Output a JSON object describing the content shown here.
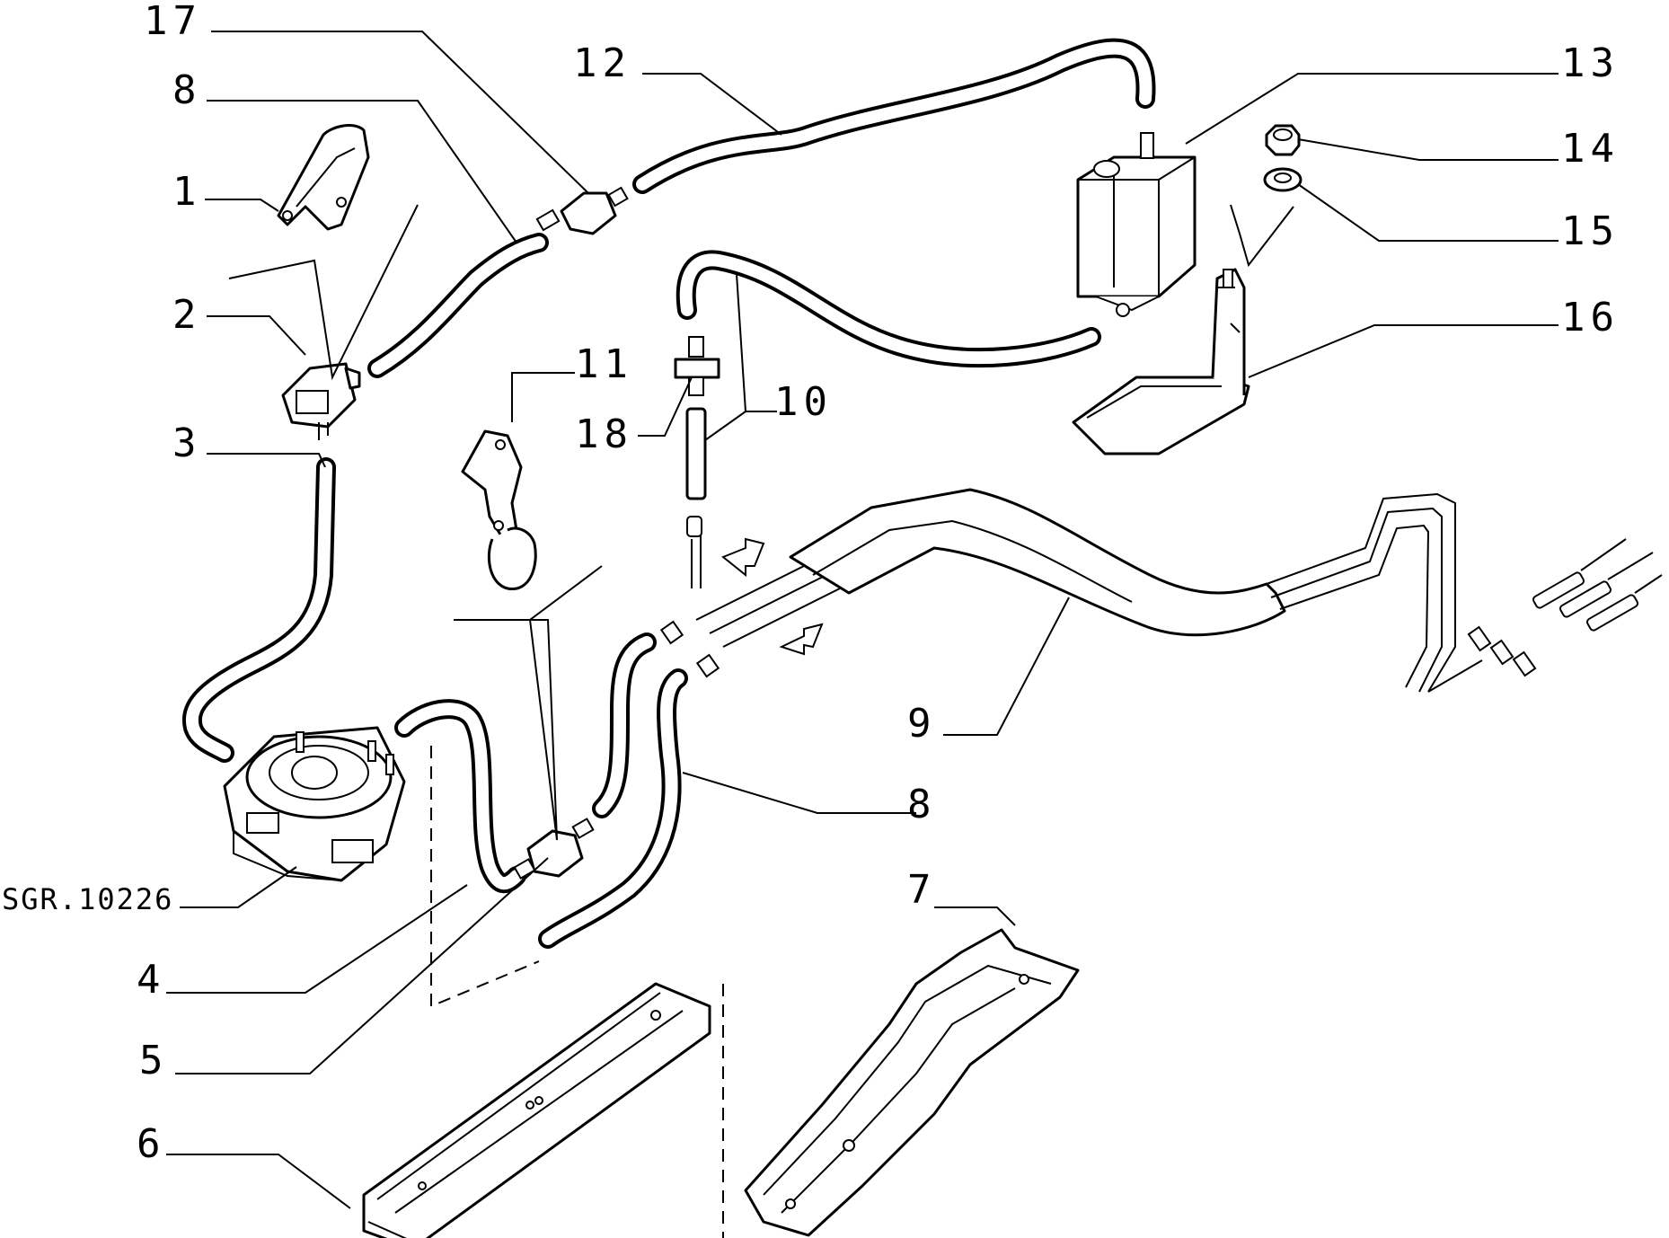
{
  "drawing_reference": "SGR.10226",
  "callouts": [
    {
      "id": "1",
      "text": "1"
    },
    {
      "id": "2",
      "text": "2"
    },
    {
      "id": "3",
      "text": "3"
    },
    {
      "id": "4",
      "text": "4"
    },
    {
      "id": "5",
      "text": "5"
    },
    {
      "id": "6",
      "text": "6"
    },
    {
      "id": "7",
      "text": "7"
    },
    {
      "id": "8a",
      "text": "8"
    },
    {
      "id": "8b",
      "text": "8"
    },
    {
      "id": "9",
      "text": "9"
    },
    {
      "id": "10",
      "text": "10"
    },
    {
      "id": "11",
      "text": "11"
    },
    {
      "id": "12",
      "text": "12"
    },
    {
      "id": "13",
      "text": "13"
    },
    {
      "id": "14",
      "text": "14"
    },
    {
      "id": "15",
      "text": "15"
    },
    {
      "id": "16",
      "text": "16"
    },
    {
      "id": "17",
      "text": "17"
    },
    {
      "id": "18",
      "text": "18"
    }
  ],
  "colors": {
    "ink": "#000000",
    "paper": "#ffffff"
  }
}
